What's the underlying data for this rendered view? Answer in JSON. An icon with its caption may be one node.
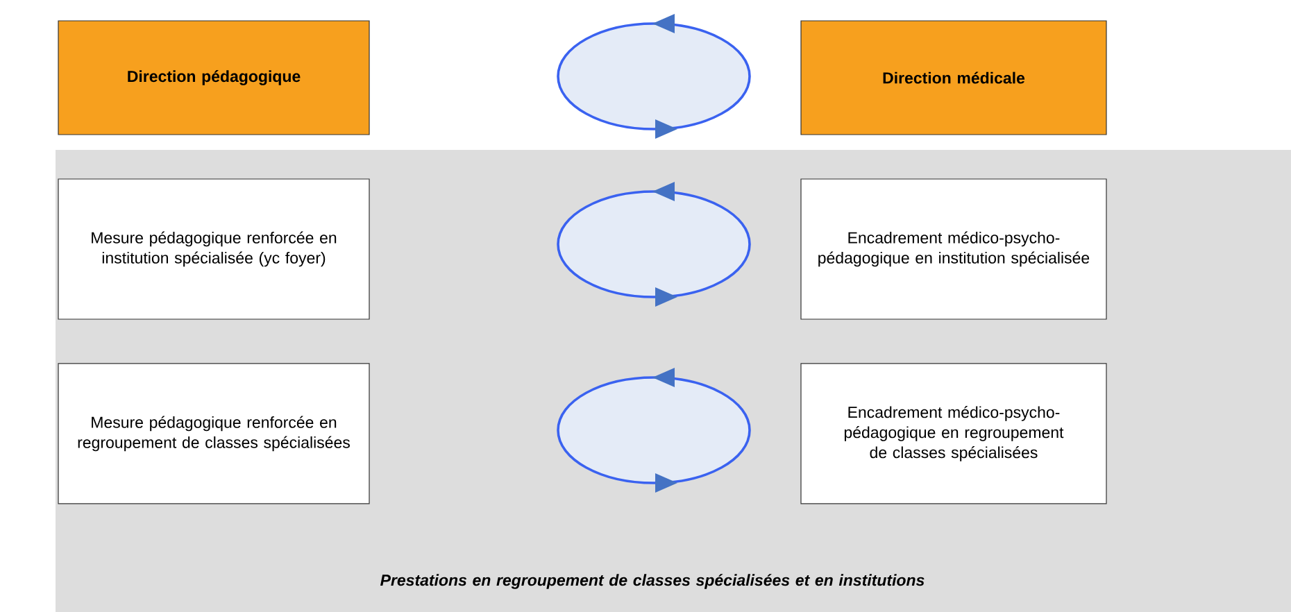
{
  "diagram": {
    "nodes": [
      {
        "text": [
          "Direction pédagogique"
        ]
      },
      {
        "text": [],
        "shape": "ellipse"
      },
      {
        "text": [
          "Direction médicale"
        ]
      },
      {
        "text": [
          "Prestations en regroupement de classes spécialisées et en institutions"
        ]
      },
      {
        "text": [
          "Mesure pédagogique renforcée en institution spécialisée (yc foyer)"
        ],
        "in": 3
      },
      {
        "text": [],
        "shape": "ellipse",
        "in": 3
      },
      {
        "text": [
          "Encadrement médico-psycho-pédagogique en institution spécialisée"
        ],
        "in": 3
      },
      {
        "text": [
          "Mesure pédagogique renforcée en regroupement de classes spécialisées"
        ],
        "in": 3
      },
      {
        "text": [],
        "shape": "ellipse",
        "in": 3
      },
      {
        "text": [
          "Encadrement médico-psycho-pédagogique en regroupement de classes spécialisées"
        ],
        "in": 3
      }
    ]
  }
}
